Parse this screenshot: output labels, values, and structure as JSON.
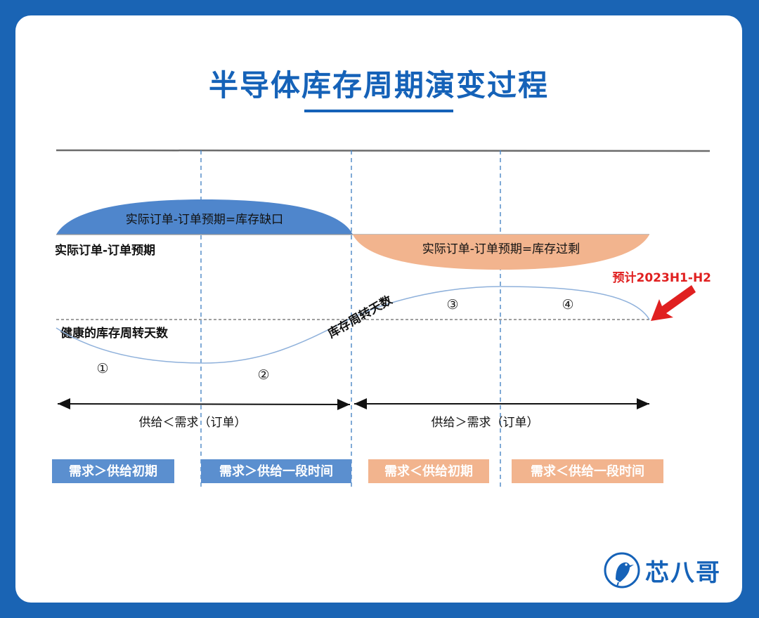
{
  "title": "半导体库存周期演变过程",
  "labels": {
    "shortage": "实际订单-订单预期=库存缺口",
    "surplus": "实际订单-订单预期=库存过剩",
    "axis_label": "实际订单-订单预期",
    "healthy_days": "健康的库存周转天数",
    "turnover_days": "库存周转天数",
    "forecast": "预计2023H1-H2",
    "supply_lt_demand": "供给＜需求（订单）",
    "supply_gt_demand": "供给＞需求（订单）"
  },
  "phase_numbers": [
    "①",
    "②",
    "③",
    "④"
  ],
  "phases": [
    {
      "label": "需求＞供给初期",
      "color": "#5b8fcf"
    },
    {
      "label": "需求＞供给一段时间",
      "color": "#5b8fcf"
    },
    {
      "label": "需求＜供给初期",
      "color": "#f2b48e"
    },
    {
      "label": "需求＜供给一段时间",
      "color": "#f2b48e"
    }
  ],
  "colors": {
    "brand_blue": "#1562b8",
    "shortage_fill": "#4f86cc",
    "surplus_fill": "#f2b48e",
    "forecast_red": "#e02020"
  },
  "logo": {
    "text": "芯八哥",
    "icon": "bird-logo-icon"
  }
}
